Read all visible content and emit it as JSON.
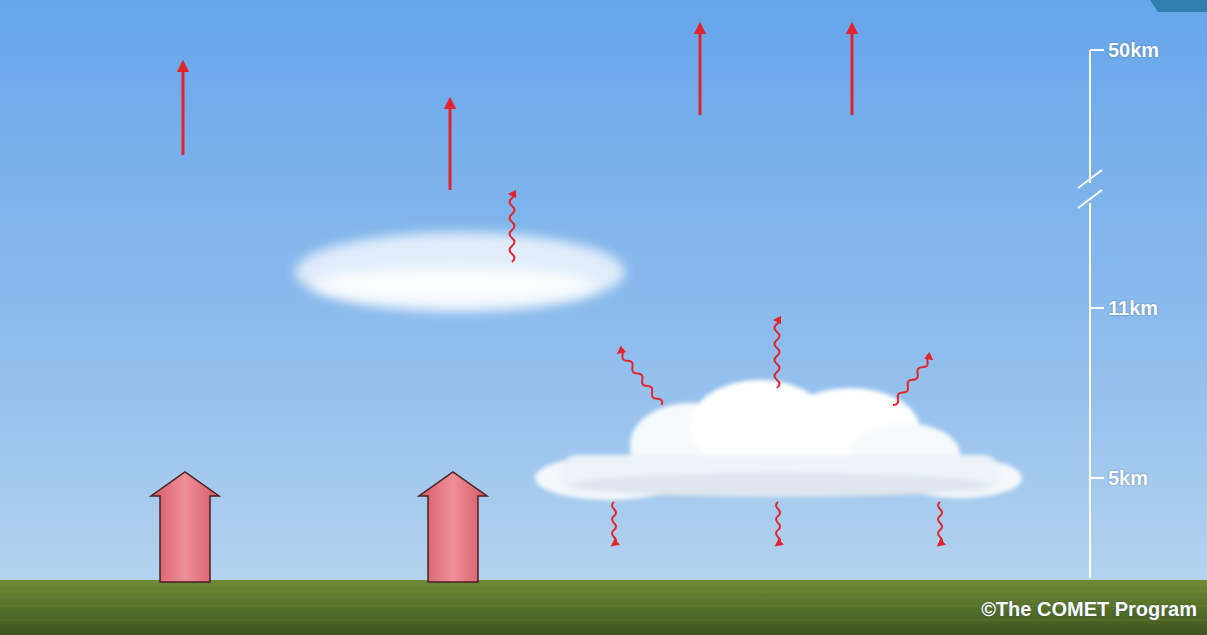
{
  "diagram": {
    "labels": [
      "50km",
      "11km",
      "5km",
      "©The COMET Program"
    ]
  }
}
